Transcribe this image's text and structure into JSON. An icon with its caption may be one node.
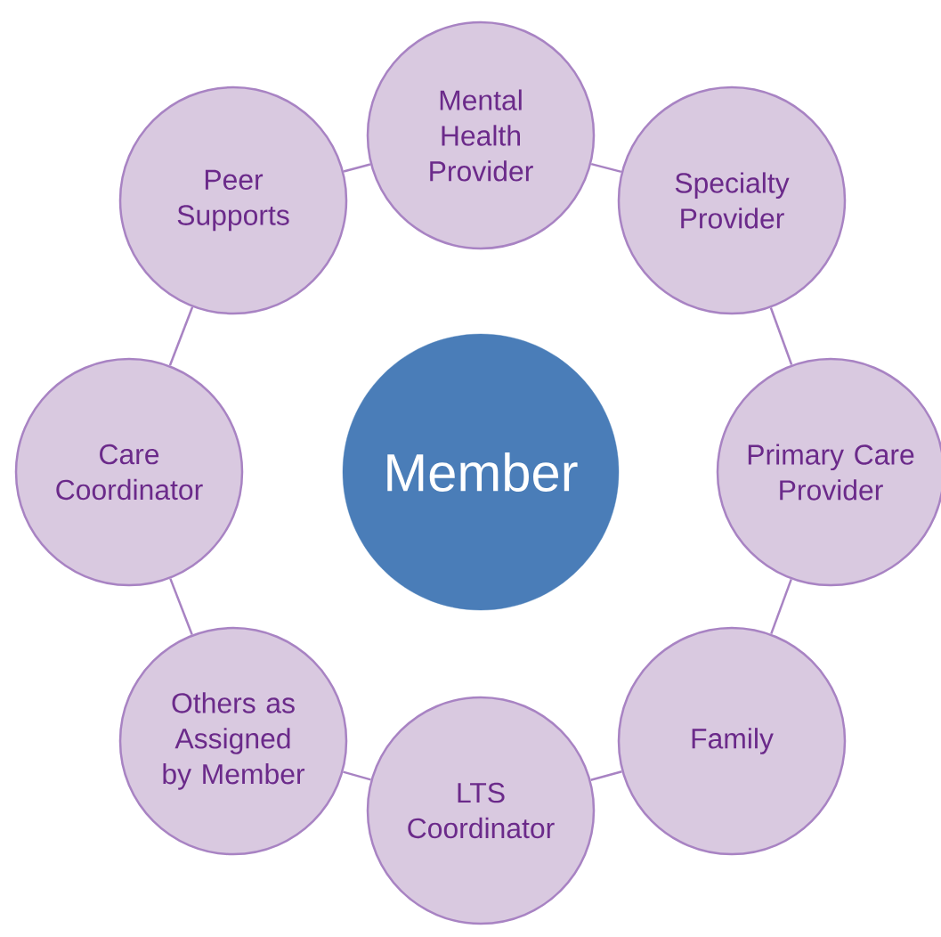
{
  "diagram": {
    "nodes": [
      {
        "text": [
          "Mental Health Provider"
        ]
      },
      {
        "text": [
          "Peer Supports"
        ]
      },
      {
        "text": [
          "Specialty Provider"
        ]
      },
      {
        "text": [
          "Care Coordinator"
        ]
      },
      {
        "text": [
          "Member"
        ]
      },
      {
        "text": [
          "Primary Care Provider"
        ]
      },
      {
        "text": [
          "Others as Assigned by Member"
        ]
      },
      {
        "text": [
          "Family"
        ]
      },
      {
        "text": [
          "LTS Coordinator"
        ]
      }
    ],
    "edges": [
      {
        "from": 1,
        "to": 0,
        "arrow": "none"
      },
      {
        "from": 0,
        "to": 2,
        "arrow": "none"
      },
      {
        "from": 2,
        "to": 5,
        "arrow": "none"
      },
      {
        "from": 5,
        "to": 7,
        "arrow": "none"
      },
      {
        "from": 7,
        "to": 8,
        "arrow": "none"
      },
      {
        "from": 8,
        "to": 6,
        "arrow": "none"
      },
      {
        "from": 6,
        "to": 3,
        "arrow": "none"
      },
      {
        "from": 3,
        "to": 1,
        "arrow": "none"
      }
    ]
  }
}
